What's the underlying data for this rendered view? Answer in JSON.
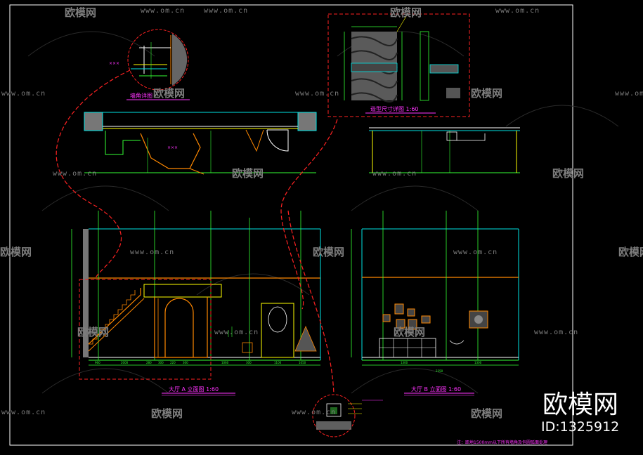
{
  "drawing": {
    "titles": {
      "elevation_a": "大厅 A 立面图 1:60",
      "elevation_b": "大厅 B 立面图 1:60",
      "detail_box": "造型尺寸详图 1:60",
      "detail_circle": "墙角详图"
    },
    "note": "注：距地1500mm以下所有墙角及包圆弧面处理",
    "dimensions_a": [
      "960",
      "2000",
      "280",
      "300",
      "220",
      "300",
      "1060",
      "300",
      "1100",
      "1050"
    ],
    "dimensions_b": [
      "1300",
      "2350",
      "1300"
    ],
    "colors": {
      "background": "#000000",
      "frame": "#ffffff",
      "dimension": "#33ff33",
      "wall": "#00e5e5",
      "callout": "#ff2222",
      "title": "#ff33ff",
      "stair": "#ff8800",
      "leader": "#ffff00"
    }
  },
  "watermarks": {
    "site": "www.om.cn",
    "brand": "欧模网",
    "logo_brand": "欧模网",
    "logo_id": "ID:1325912"
  }
}
